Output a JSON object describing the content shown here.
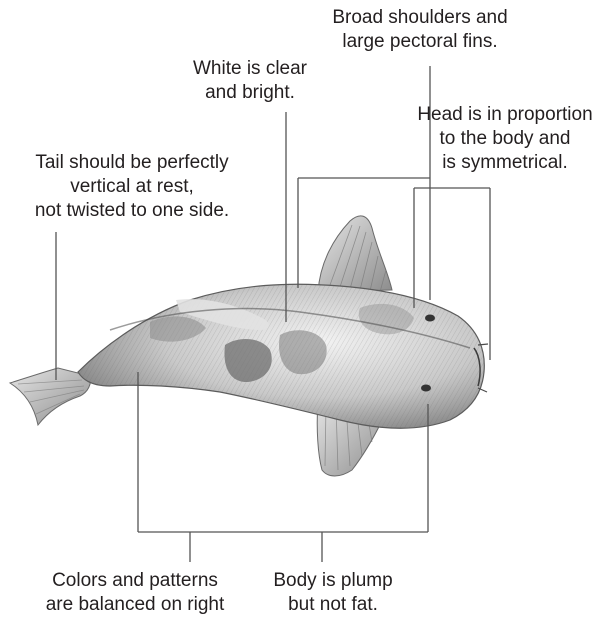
{
  "annotations": {
    "broad_shoulders": [
      "Broad shoulders and",
      "large pectoral fins."
    ],
    "white": [
      "White is clear",
      "and bright."
    ],
    "head": [
      "Head is in proportion",
      "to the body and",
      "is symmetrical."
    ],
    "tail": [
      "Tail should be perfectly",
      "vertical at rest,",
      "not twisted to one side."
    ],
    "colors": [
      "Colors and patterns",
      "are balanced on right"
    ],
    "body": [
      "Body is plump",
      "but not fat."
    ]
  },
  "illustration": {
    "subject": "koi-fish-top-view",
    "colors": {
      "ink": "#231f20",
      "leader_line": "#555555",
      "scale_dark": "#6e6e6e",
      "scale_light": "#e2e2e2"
    }
  }
}
